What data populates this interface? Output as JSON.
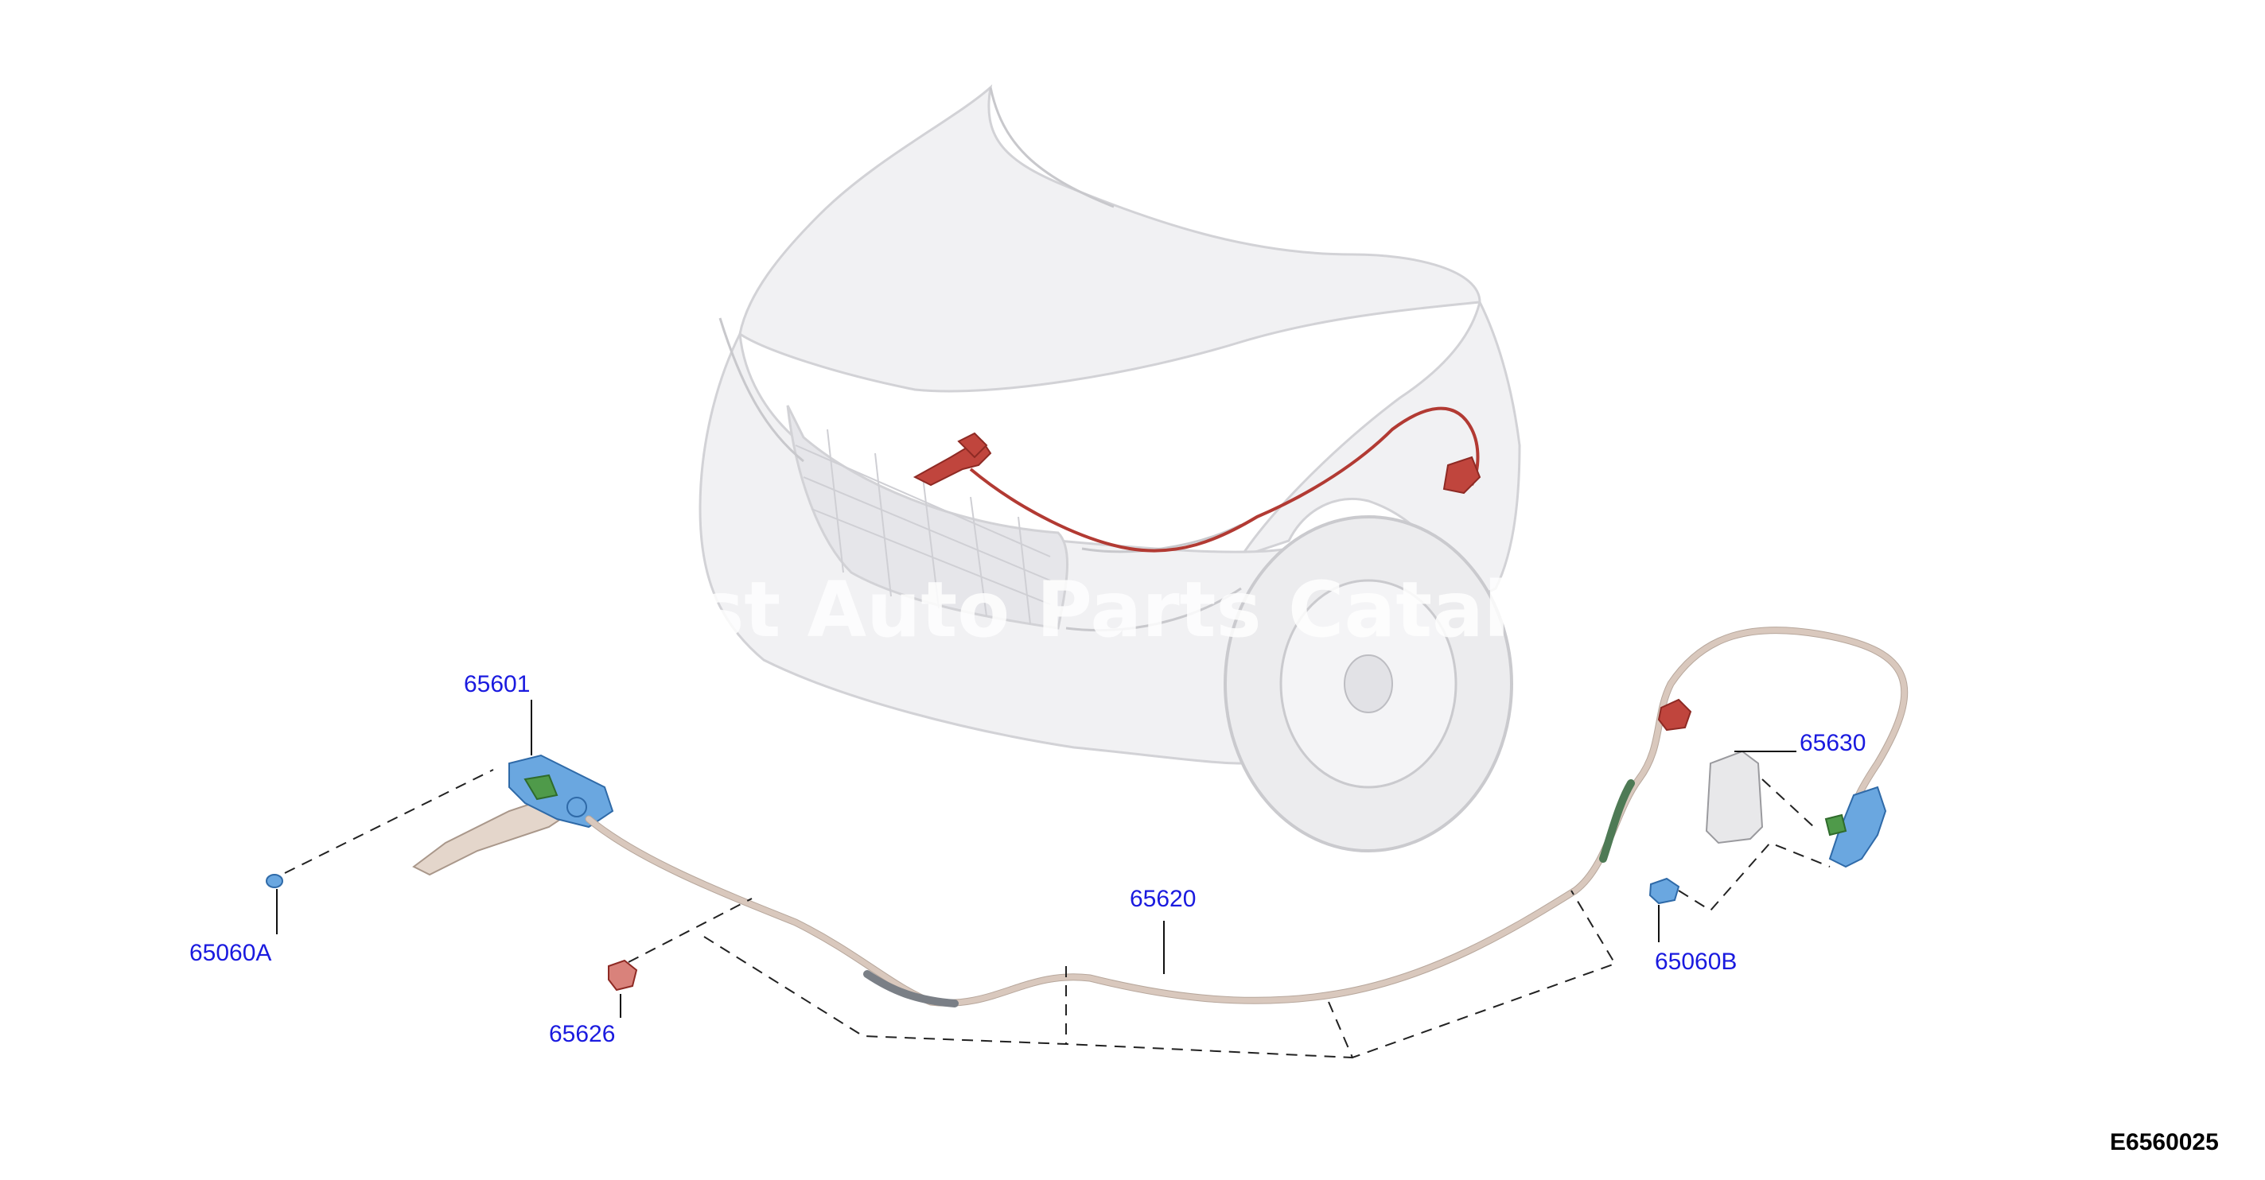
{
  "callouts": {
    "part_65601": "65601",
    "part_65060A": "65060A",
    "part_65626": "65626",
    "part_65620": "65620",
    "part_65630": "65630",
    "part_65060B": "65060B"
  },
  "reference_code": "E6560025",
  "watermark_text": "Best Auto Parts Catalog",
  "colors": {
    "callout_text": "#1a1adf",
    "highlight_red": "#c0453d",
    "part_blue": "#6aa7e0",
    "cable_beige": "#d9c8bd"
  }
}
